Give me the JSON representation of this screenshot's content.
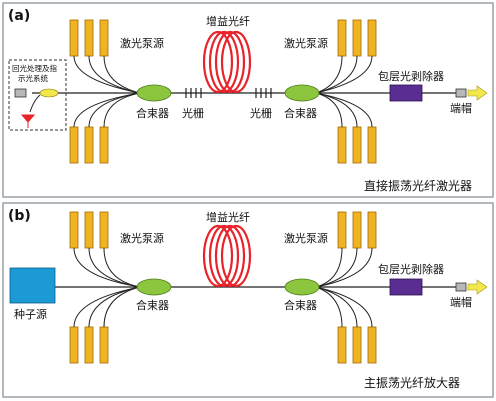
{
  "panel_a": {
    "tag": "(a)",
    "pump_label_left": "激光泵源",
    "pump_label_right": "激光泵源",
    "gain_fiber_label": "增益光纤",
    "combiner_left_label": "合束器",
    "combiner_right_label": "合束器",
    "grating_left_label": "光栅",
    "grating_right_label": "光栅",
    "stripper_label": "包层光剥除器",
    "endcap_label": "端帽",
    "indicator_line1": "回光处理及指",
    "indicator_line2": "示光系统",
    "caption": "直接振荡光纤激光器"
  },
  "panel_b": {
    "tag": "(b)",
    "pump_label_left": "激光泵源",
    "pump_label_right": "激光泵源",
    "gain_fiber_label": "增益光纤",
    "combiner_left_label": "合束器",
    "combiner_right_label": "合束器",
    "seed_label": "种子源",
    "stripper_label": "包层光剥除器",
    "endcap_label": "端帽",
    "caption": "主振荡光纤放大器"
  },
  "colors": {
    "pump": "#f0b323",
    "combiner": "#8cc63f",
    "gain_fiber": "#e8242b",
    "stripper": "#5a2d91",
    "seed": "#1c9ad6",
    "arrow": "#f2e84b",
    "frame": "#9aa0a6"
  }
}
